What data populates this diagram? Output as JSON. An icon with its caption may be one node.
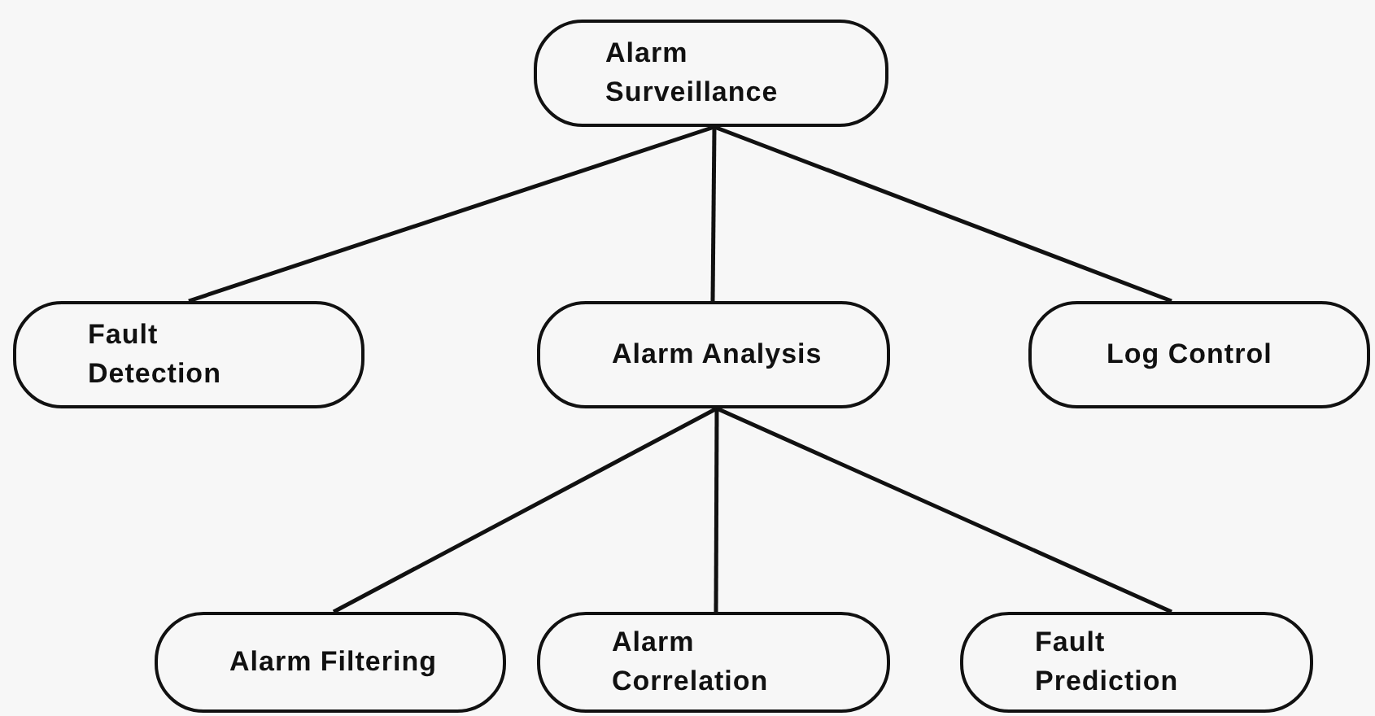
{
  "diagram": {
    "nodes": [
      {
        "text": [
          "Alarm Surveillance"
        ]
      },
      {
        "text": [
          "Fault Detection"
        ]
      },
      {
        "text": [
          "Alarm Analysis"
        ]
      },
      {
        "text": [
          "Log Control"
        ]
      },
      {
        "text": [
          "Alarm Filtering"
        ]
      },
      {
        "text": [
          "Alarm Correlation"
        ]
      },
      {
        "text": [
          "Fault Prediction"
        ]
      }
    ],
    "edges": [
      {
        "from": 0,
        "to": 1,
        "arrow": "none"
      },
      {
        "from": 0,
        "to": 2,
        "arrow": "none"
      },
      {
        "from": 0,
        "to": 3,
        "arrow": "none"
      },
      {
        "from": 2,
        "to": 4,
        "arrow": "none"
      },
      {
        "from": 2,
        "to": 5,
        "arrow": "none"
      },
      {
        "from": 2,
        "to": 6,
        "arrow": "none"
      }
    ]
  }
}
